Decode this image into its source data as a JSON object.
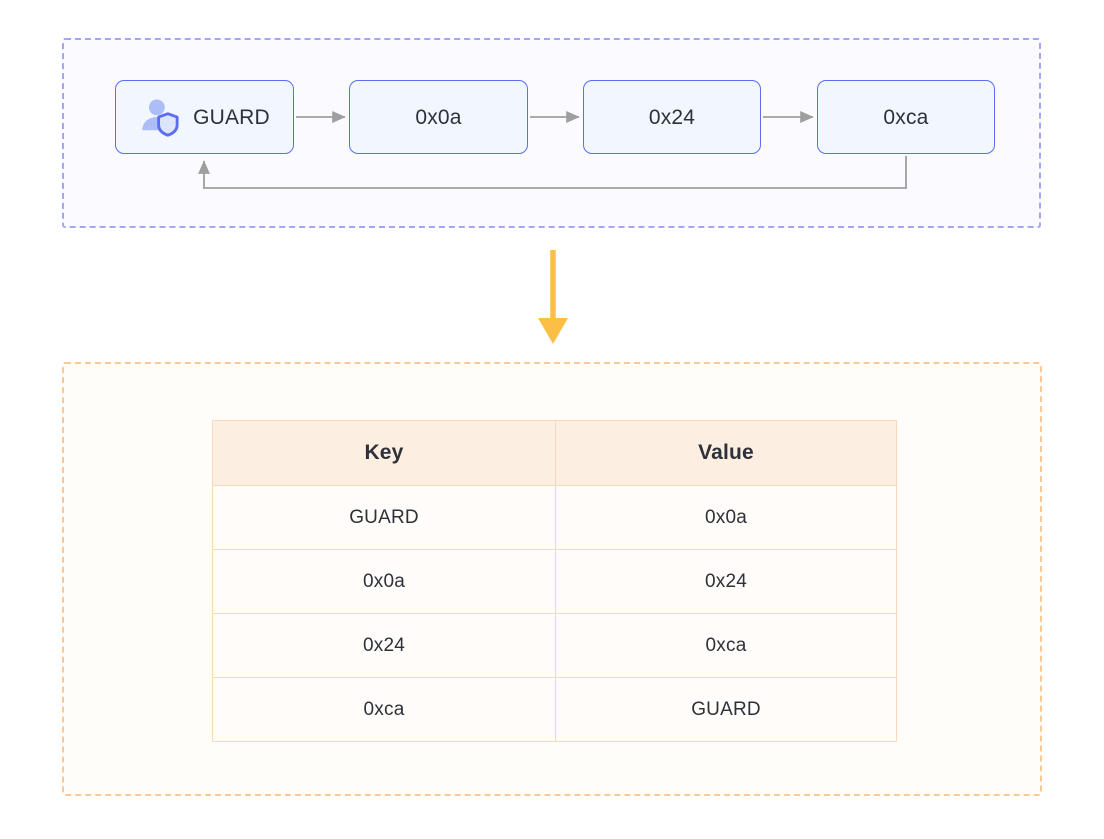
{
  "diagram": {
    "title": "Guard-terminated circular linked list and its key/value mapping",
    "colors": {
      "node_border": "#5b6df0",
      "node_fill": "#f2f6fe",
      "node_text": "#2d3139",
      "graph_container_border": "#a3a5f5",
      "graph_container_fill": "#fbfbff",
      "edge_stroke": "#9e9e9e",
      "transition_arrow": "#fbbf46",
      "table_container_border": "#fcc894",
      "table_container_fill": "#fffdfa",
      "table_header_fill": "#fdeee2",
      "table_cell_fill": "#fffcf9",
      "table_grid": "#fad9b8"
    }
  },
  "graph": {
    "nodes": [
      {
        "id": "guard",
        "label": "GUARD",
        "icon": "user-shield-icon",
        "has_icon": true
      },
      {
        "id": "n1",
        "label": "0x0a",
        "has_icon": false
      },
      {
        "id": "n2",
        "label": "0x24",
        "has_icon": false
      },
      {
        "id": "n3",
        "label": "0xca",
        "has_icon": false
      }
    ],
    "edges": [
      {
        "from": "guard",
        "to": "n1",
        "kind": "forward"
      },
      {
        "from": "n1",
        "to": "n2",
        "kind": "forward"
      },
      {
        "from": "n2",
        "to": "n3",
        "kind": "forward"
      },
      {
        "from": "n3",
        "to": "guard",
        "kind": "loop-back"
      }
    ]
  },
  "transition": {
    "icon": "down-arrow-icon",
    "direction": "down"
  },
  "table": {
    "columns": [
      "Key",
      "Value"
    ],
    "rows": [
      {
        "key": "GUARD",
        "value": "0x0a"
      },
      {
        "key": "0x0a",
        "value": "0x24"
      },
      {
        "key": "0x24",
        "value": "0xca"
      },
      {
        "key": "0xca",
        "value": "GUARD"
      }
    ]
  }
}
